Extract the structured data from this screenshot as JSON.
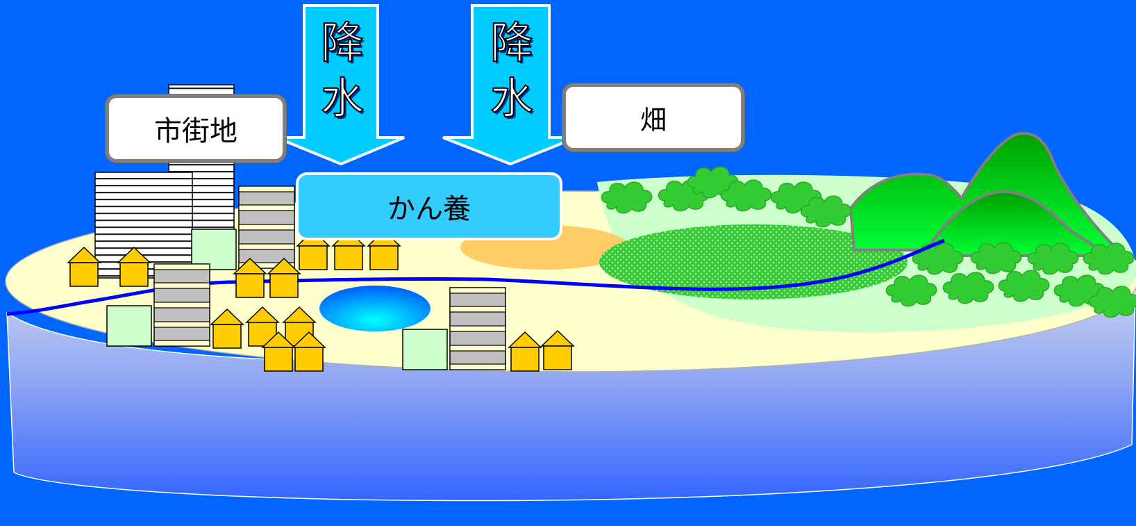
{
  "labels": {
    "urban": "市街地",
    "field": "畑",
    "recharge": "かん養"
  },
  "arrows": [
    {
      "text": "降\n水"
    },
    {
      "text": "降\n水"
    }
  ],
  "colors": {
    "background": "#0066ff",
    "ground_top": "#ffffcc",
    "ground_side_top": "#ccd6f5",
    "ground_side_bottom": "#3366ff",
    "river": "#0000ff",
    "arrow": "#00ccff",
    "house": "#ffcc00",
    "tree": "#33cc33",
    "forest_floor": "#ccffcc",
    "bare_soil": "#ffcc66",
    "recharge_label": "#33ccff"
  },
  "icons": [
    "building-icon",
    "house-icon",
    "tree-icon",
    "mountain-icon",
    "pond-icon",
    "river-icon",
    "paddy-field-icon"
  ]
}
